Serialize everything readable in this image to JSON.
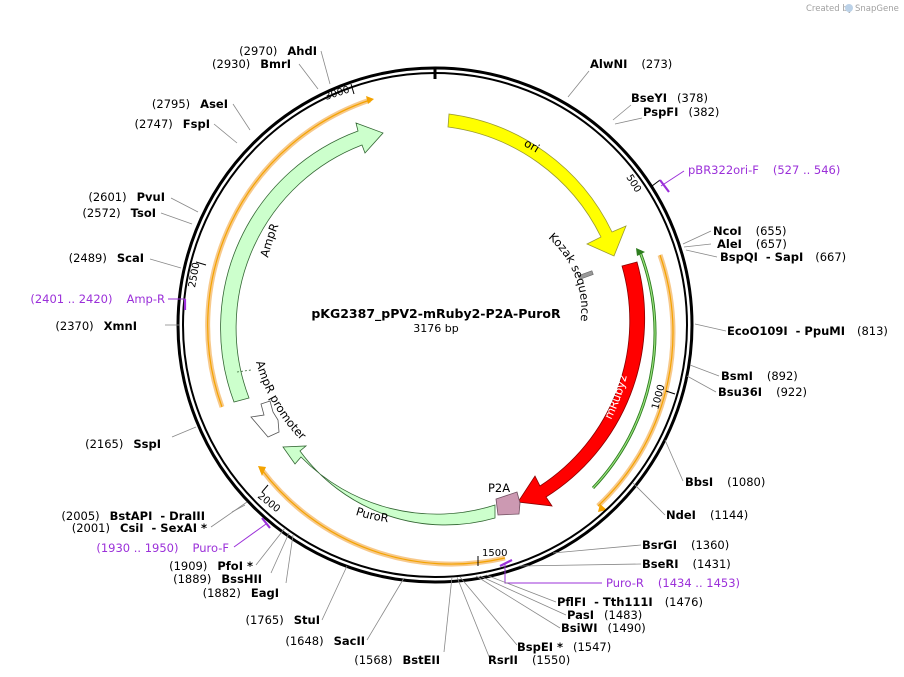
{
  "credit": {
    "text": "Created by",
    "brand": "SnapGene"
  },
  "plasmid": {
    "name": "pKG2387_pPV2-mRuby2-P2A-PuroR",
    "length_label": "3176 bp",
    "length": 3176
  },
  "ticks": [
    "500",
    "1000",
    "1500",
    "2000",
    "2500",
    "3000"
  ],
  "features": [
    {
      "name": "ori",
      "color": "#ffff00"
    },
    {
      "name": "Kozak sequence",
      "color": "#999999"
    },
    {
      "name": "mRuby2",
      "color": "#ff0000"
    },
    {
      "name": "P2A",
      "color": "#cc99b2"
    },
    {
      "name": "PuroR",
      "color": "#ccffcc"
    },
    {
      "name": "AmpR promoter",
      "color": "#ffffff"
    },
    {
      "name": "AmpR",
      "color": "#ccffcc"
    }
  ],
  "enzymes": [
    {
      "pos": "(273)",
      "name": "AlwNI"
    },
    {
      "pos": "(378)",
      "name": "BseYI"
    },
    {
      "pos": "(382)",
      "name": "PspFI"
    },
    {
      "pos": "(655)",
      "name": "NcoI"
    },
    {
      "pos": "(657)",
      "name": "AleI"
    },
    {
      "pos": "(667)",
      "name": "BspQI  - SapI"
    },
    {
      "pos": "(813)",
      "name": "EcoO109I  - PpuMI"
    },
    {
      "pos": "(892)",
      "name": "BsmI"
    },
    {
      "pos": "(922)",
      "name": "Bsu36I"
    },
    {
      "pos": "(1080)",
      "name": "BbsI"
    },
    {
      "pos": "(1144)",
      "name": "NdeI"
    },
    {
      "pos": "(1360)",
      "name": "BsrGI"
    },
    {
      "pos": "(1431)",
      "name": "BseRI"
    },
    {
      "pos": "(1476)",
      "name": "PflFI  - Tth111I"
    },
    {
      "pos": "(1483)",
      "name": "PasI"
    },
    {
      "pos": "(1490)",
      "name": "BsiWI"
    },
    {
      "pos": "(1547)",
      "name": "BspEI *"
    },
    {
      "pos": "(1550)",
      "name": "RsrII"
    },
    {
      "pos": "(1568)",
      "name": "BstEII"
    },
    {
      "pos": "(1648)",
      "name": "SacII"
    },
    {
      "pos": "(1765)",
      "name": "StuI"
    },
    {
      "pos": "(1882)",
      "name": "EagI"
    },
    {
      "pos": "(1889)",
      "name": "BssHII"
    },
    {
      "pos": "(1909)",
      "name": "PfoI *"
    },
    {
      "pos": "(2001)",
      "name": "CsiI  - SexAI *"
    },
    {
      "pos": "(2005)",
      "name": "BstAPI  - DraIII"
    },
    {
      "pos": "(2165)",
      "name": "SspI"
    },
    {
      "pos": "(2370)",
      "name": "XmnI"
    },
    {
      "pos": "(2489)",
      "name": "ScaI"
    },
    {
      "pos": "(2572)",
      "name": "TsoI"
    },
    {
      "pos": "(2601)",
      "name": "PvuI"
    },
    {
      "pos": "(2747)",
      "name": "FspI"
    },
    {
      "pos": "(2795)",
      "name": "AseI"
    },
    {
      "pos": "(2930)",
      "name": "BmrI"
    },
    {
      "pos": "(2970)",
      "name": "AhdI"
    }
  ],
  "primers": [
    {
      "name": "pBR322ori-F",
      "range": "(527 .. 546)"
    },
    {
      "name": "Puro-R",
      "range": "(1434 .. 1453)"
    },
    {
      "name": "Puro-F",
      "range": "(1930 .. 1950)"
    },
    {
      "name": "Amp-R",
      "range": "(2401 .. 2420)"
    }
  ],
  "colors": {
    "primer": "#9b30d9",
    "orf": "#f4a300",
    "backbone": "#000000"
  }
}
